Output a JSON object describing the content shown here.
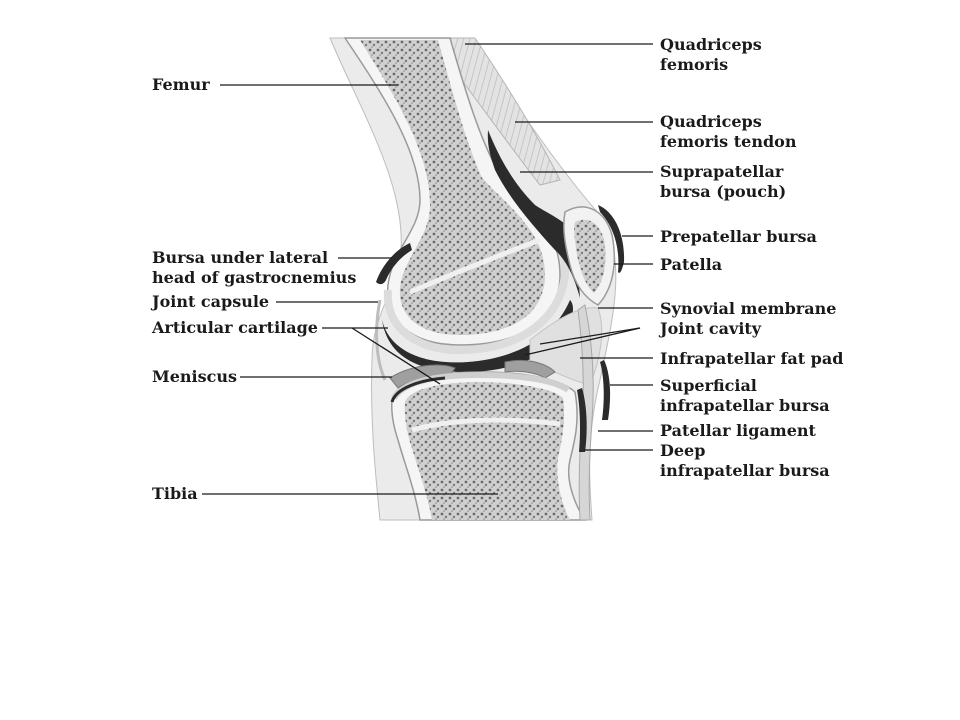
{
  "labels": {
    "quadriceps_femoris": [
      "Quadriceps",
      "femoris"
    ],
    "quadriceps_tendon": [
      "Quadriceps",
      "femoris tendon"
    ],
    "suprapatellar_bursa": [
      "Suprapatellar",
      "bursa (pouch)"
    ],
    "prepatellar_bursa": [
      "Prepatellar bursa"
    ],
    "patella": [
      "Patella"
    ],
    "synovial_membrane": [
      "Synovial membrane"
    ],
    "joint_cavity": [
      "Joint cavity"
    ],
    "infrapatellar_fat_pad": [
      "Infrapatellar fat pad"
    ],
    "superficial_infrapatellar_bursa": [
      "Superficial",
      "infrapatellar bursa"
    ],
    "patellar_ligament": [
      "Patellar ligament"
    ],
    "deep_infrapatellar_bursa": [
      "Deep",
      "infrapatellar bursa"
    ],
    "femur": [
      "Femur"
    ],
    "bursa_gastrocnemius": [
      "Bursa under lateral",
      "head of gastrocnemius"
    ],
    "joint_capsule": [
      "Joint capsule"
    ],
    "articular_cartilage": [
      "Articular cartilage"
    ],
    "meniscus": [
      "Meniscus"
    ],
    "tibia": [
      "Tibia"
    ]
  },
  "colors": {
    "bone_fill": "#e6e6e6",
    "bone_cortex": "#f7f7f7",
    "spongy": "#8a8a8a",
    "cartilage": "#d9d9d9",
    "bursa": "#2b2b2b",
    "soft_tissue": "#ebebeb",
    "muscle": "#cfcfcf",
    "leader_line": "#1a1a1a"
  }
}
